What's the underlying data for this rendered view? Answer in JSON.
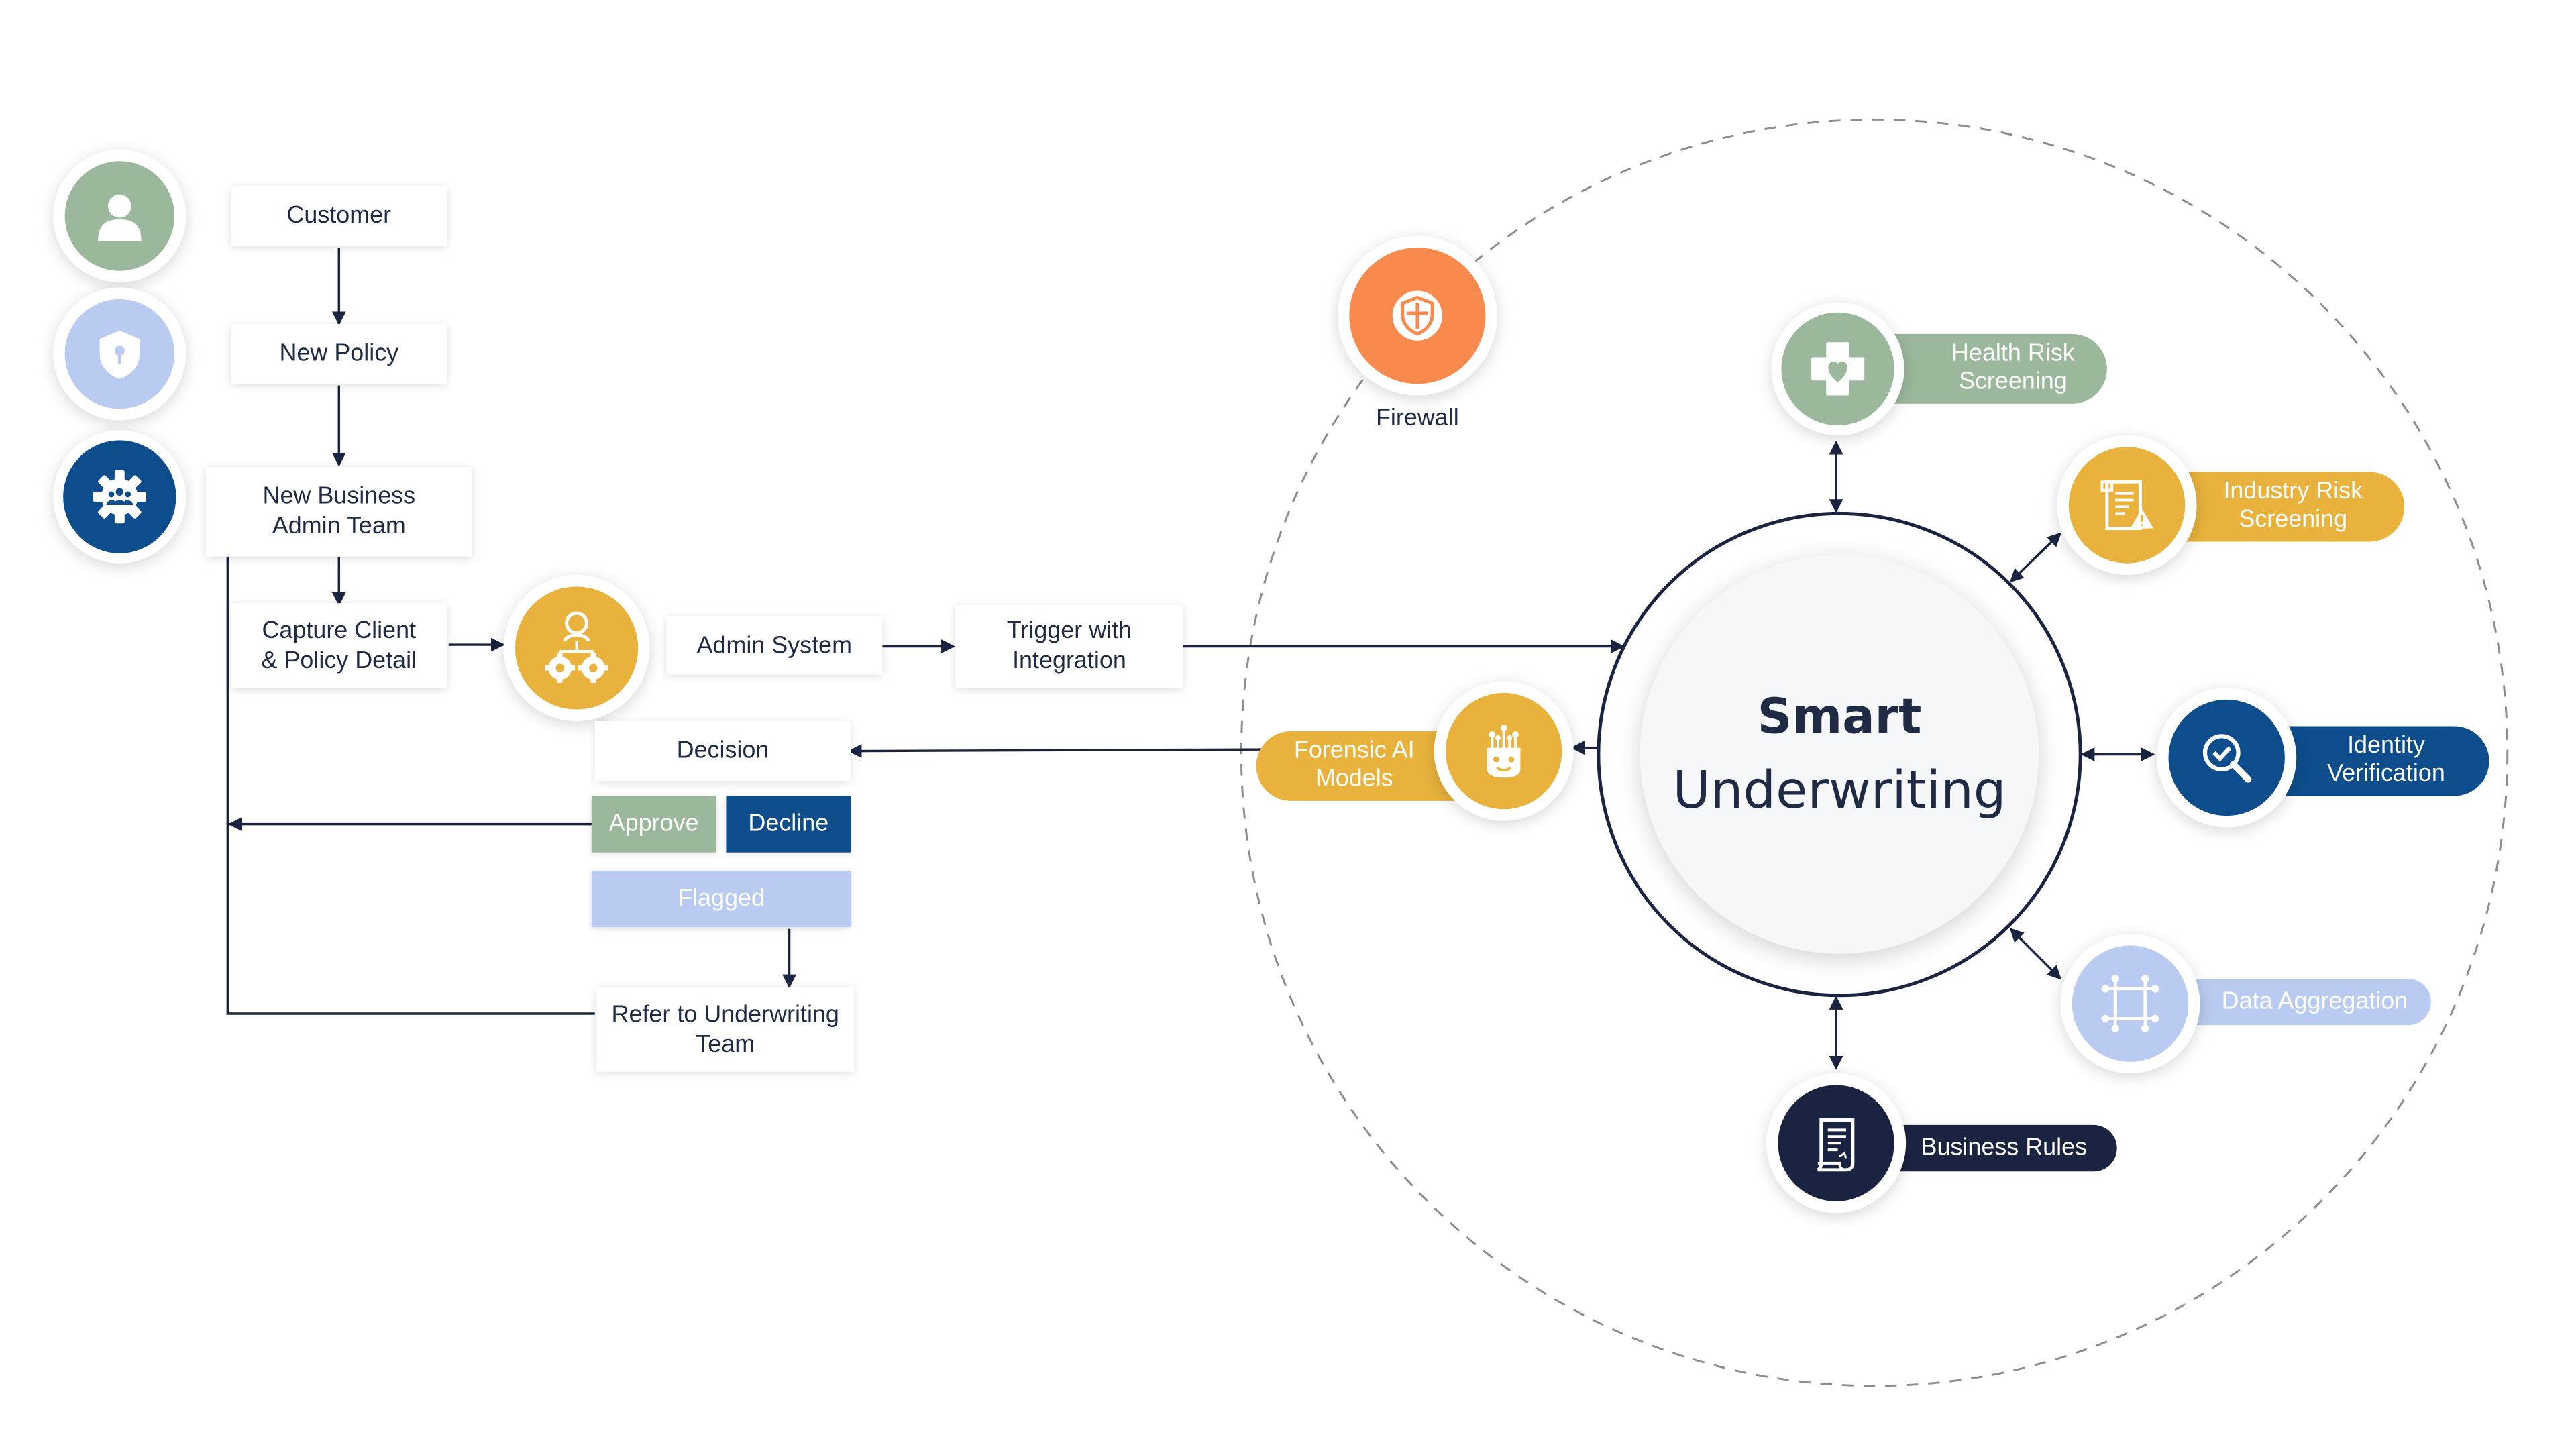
{
  "left_icons": [
    {
      "name": "person-icon",
      "color": "#9cb89c"
    },
    {
      "name": "shield-keyhole-icon",
      "color": "#b9cbf0"
    },
    {
      "name": "team-gear-icon",
      "color": "#0d4d8c"
    }
  ],
  "flow": {
    "customer": "Customer",
    "new_policy": "New Policy",
    "admin_team": "New Business\nAdmin Team",
    "capture": "Capture Client\n& Policy Detail",
    "admin_system": "Admin System",
    "trigger": "Trigger with\nIntegration",
    "decision": "Decision",
    "approve": "Approve",
    "decline": "Decline",
    "flagged": "Flagged",
    "refer": "Refer to Underwriting\nTeam"
  },
  "center": {
    "title_line1": "Smart",
    "title_line2": "Underwriting"
  },
  "firewall": {
    "label": "Firewall",
    "icon": "shield-icon",
    "color": "#f98a4d"
  },
  "satellites": {
    "health": {
      "label": "Health Risk\nScreening",
      "icon": "medical-cross-heart-icon",
      "color": "#9cb89c"
    },
    "industry": {
      "label": "Industry Risk\nScreening",
      "icon": "document-warning-icon",
      "color": "#e8b23c"
    },
    "identity": {
      "label": "Identity\nVerification",
      "icon": "magnifier-check-icon",
      "color": "#0d4d8c"
    },
    "data": {
      "label": "Data Aggregation",
      "icon": "chip-icon",
      "color": "#b9cbf0"
    },
    "rules": {
      "label": "Business Rules",
      "icon": "scroll-document-icon",
      "color": "#1a2440"
    },
    "forensic": {
      "label": "Forensic AI\nModels",
      "icon": "ai-head-icon",
      "color": "#e8b23c"
    }
  },
  "colors": {
    "navy": "#1a2440",
    "blue": "#0d4d8c",
    "sage": "#9cb89c",
    "lightblue": "#b9cbf0",
    "gold": "#e8b23c",
    "orange": "#f98a4d"
  }
}
